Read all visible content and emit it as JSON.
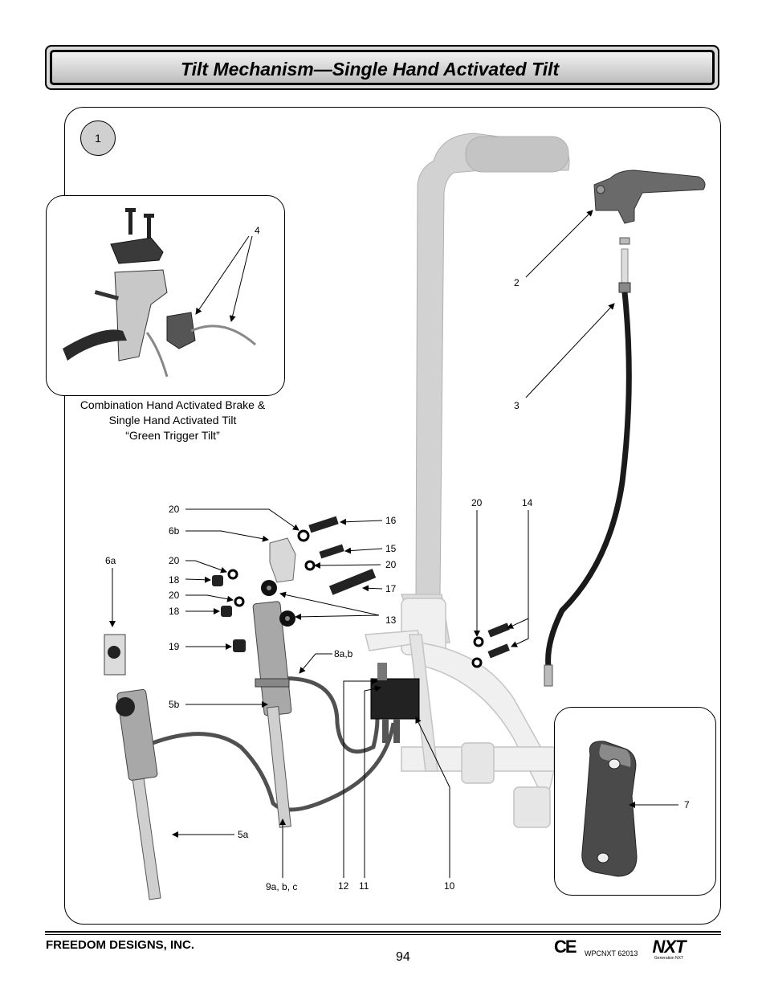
{
  "header": {
    "title": "Tilt Mechanism—Single Hand Activated Tilt"
  },
  "step": {
    "number": "1"
  },
  "inset_caption": {
    "line1": "Combination Hand Activated Brake &",
    "line2": "Single Hand Activated Tilt",
    "line3": "“Green Trigger Tilt”"
  },
  "callouts": {
    "c4": "4",
    "c2": "2",
    "c3": "3",
    "c20a": "20",
    "c6b": "6b",
    "c20b": "20",
    "c18a": "18",
    "c20c": "20",
    "c18b": "18",
    "c19": "19",
    "c6a": "6a",
    "c16": "16",
    "c15": "15",
    "c20d": "20",
    "c17": "17",
    "c13": "13",
    "c8ab": "8a,b",
    "c5b": "5b",
    "c5a": "5a",
    "c9abc": "9a, b, c",
    "c12": "12",
    "c11": "11",
    "c10": "10",
    "c20e": "20",
    "c14": "14",
    "c7": "7"
  },
  "footer": {
    "company": "FREEDOM DESIGNS, INC.",
    "page": "94",
    "ce_mark": "CE",
    "doc_code": "WPCNXT 62013",
    "logo_text": "NXT",
    "logo_sub": "Generation NXT"
  }
}
